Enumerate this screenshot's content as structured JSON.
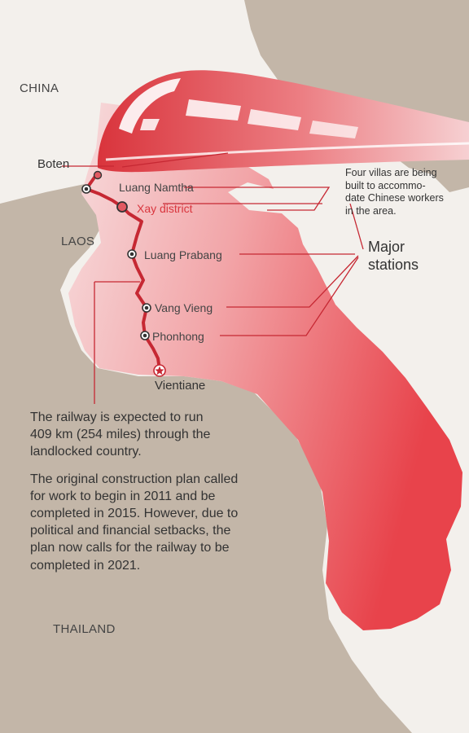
{
  "countries": {
    "china": "CHINA",
    "laos": "LAOS",
    "thailand": "THAILAND"
  },
  "endpoints": {
    "north": "Boten",
    "south": "Vientiane"
  },
  "stations": [
    {
      "name": "Luang Namtha",
      "highlight": false
    },
    {
      "name": "Xay district",
      "highlight": true
    },
    {
      "name": "Luang Prabang",
      "highlight": false
    },
    {
      "name": "Vang Vieng",
      "highlight": false
    },
    {
      "name": "Phonhong",
      "highlight": false
    }
  ],
  "callouts": {
    "villas": "Four villas are being\nbuilt to accommo-\ndate Chinese workers\nin the area.",
    "major_stations": "Major\nstations"
  },
  "descriptions": {
    "distance": "The railway is expected to run\n409 km (254 miles) through the\nlandlocked country.",
    "timeline": "The original construction plan called\nfor work to begin in 2011 and be\ncompleted in 2015. However, due to\npolitical and financial setbacks, the\nplan now calls for the railway to be\ncompleted in 2021."
  },
  "colors": {
    "accent": "#d9363e",
    "route": "#c62833",
    "neighbor_land": "#c3b6a8",
    "background": "#f3f0ec",
    "laos_light": "#f6dadb",
    "laos_dark": "#e8434b"
  },
  "icons": {
    "train": "high-speed-train-icon",
    "terminus": "star-icon",
    "station": "station-dot-icon"
  }
}
